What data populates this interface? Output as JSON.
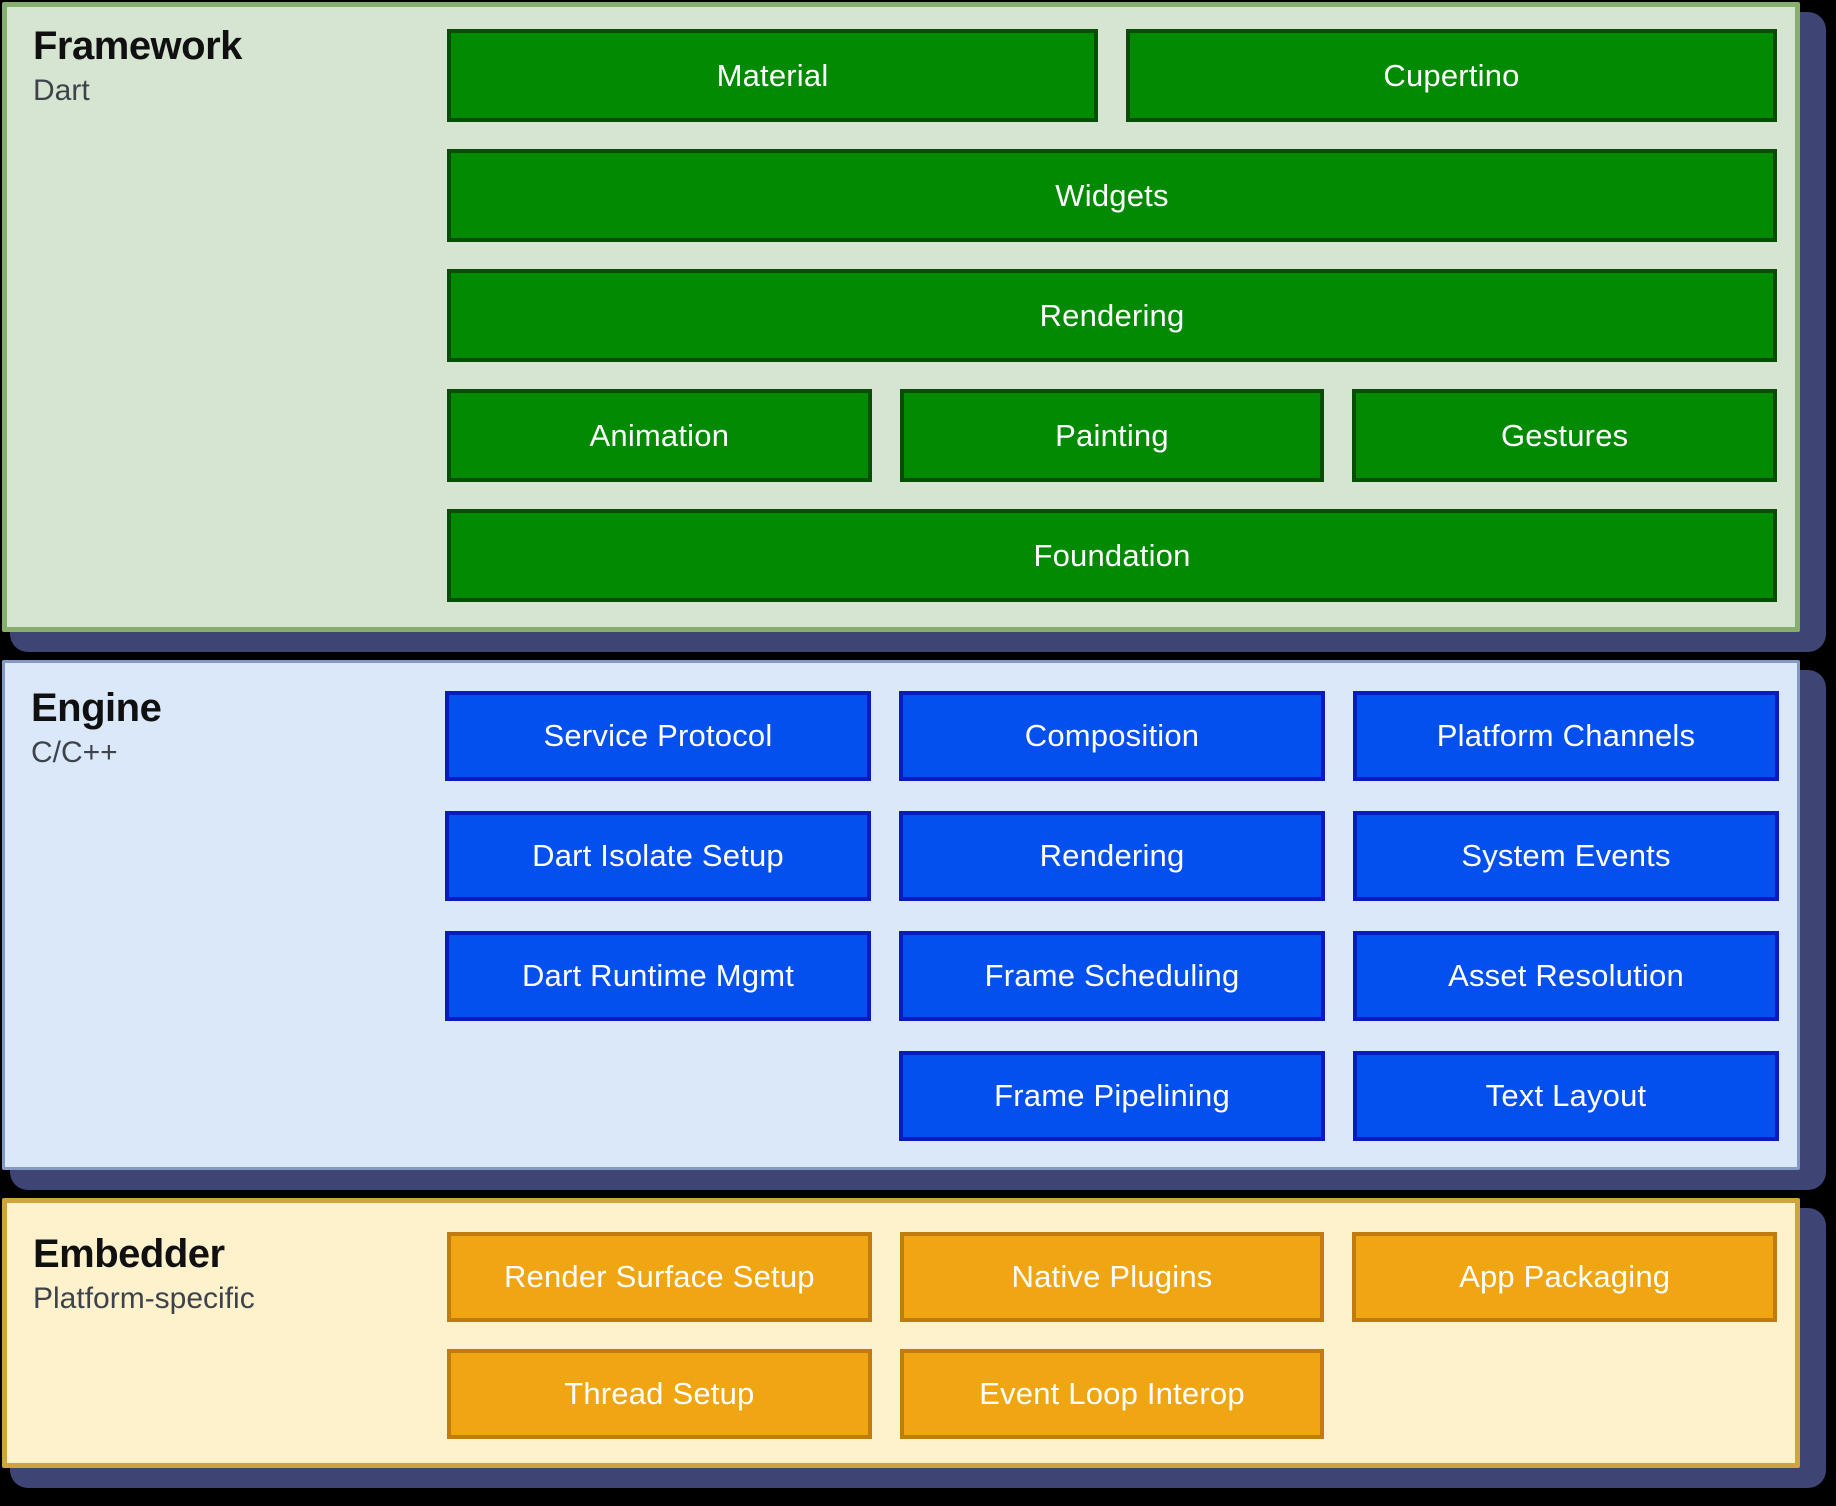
{
  "page_background": "#000000",
  "shadow_color": "#3e4575",
  "layers": [
    {
      "id": "framework",
      "title": "Framework",
      "subtitle": "Dart",
      "colors": {
        "bg": "#d6e5d1",
        "border": "#86ae6c",
        "box_bg": "#028a02",
        "box_border": "#084d05",
        "box_text": "#ffffff"
      },
      "rows": [
        {
          "columns": 2,
          "boxes": [
            {
              "label": "Material"
            },
            {
              "label": "Cupertino"
            }
          ]
        },
        {
          "columns": 1,
          "boxes": [
            {
              "label": "Widgets"
            }
          ]
        },
        {
          "columns": 1,
          "boxes": [
            {
              "label": "Rendering"
            }
          ]
        },
        {
          "columns": 3,
          "boxes": [
            {
              "label": "Animation"
            },
            {
              "label": "Painting"
            },
            {
              "label": "Gestures"
            }
          ]
        },
        {
          "columns": 1,
          "boxes": [
            {
              "label": "Foundation"
            }
          ]
        }
      ]
    },
    {
      "id": "engine",
      "title": "Engine",
      "subtitle": "C/C++",
      "colors": {
        "bg": "#dbe8fa",
        "border": "#8497c5",
        "box_bg": "#0450ee",
        "box_border": "#0a1cc0",
        "box_text": "#ffffff"
      },
      "rows": [
        {
          "columns": 3,
          "boxes": [
            {
              "label": "Service Protocol"
            },
            {
              "label": "Composition"
            },
            {
              "label": "Platform Channels"
            }
          ]
        },
        {
          "columns": 3,
          "boxes": [
            {
              "label": "Dart Isolate Setup"
            },
            {
              "label": "Rendering"
            },
            {
              "label": "System Events"
            }
          ]
        },
        {
          "columns": 3,
          "boxes": [
            {
              "label": "Dart Runtime Mgmt"
            },
            {
              "label": "Frame Scheduling"
            },
            {
              "label": "Asset Resolution"
            }
          ]
        },
        {
          "columns": 3,
          "boxes": [
            {
              "label": "Frame Pipelining",
              "col": 2
            },
            {
              "label": "Text Layout",
              "col": 3
            }
          ]
        }
      ]
    },
    {
      "id": "embedder",
      "title": "Embedder",
      "subtitle": "Platform-specific",
      "colors": {
        "bg": "#fdf2cc",
        "border": "#cda43e",
        "box_bg": "#f0a513",
        "box_border": "#c17c10",
        "box_text": "#ffffff"
      },
      "rows": [
        {
          "columns": 3,
          "boxes": [
            {
              "label": "Render Surface Setup"
            },
            {
              "label": "Native Plugins"
            },
            {
              "label": "App Packaging"
            }
          ]
        },
        {
          "columns": 3,
          "boxes": [
            {
              "label": "Thread Setup",
              "col": 1
            },
            {
              "label": "Event Loop Interop",
              "col": 2
            }
          ]
        }
      ]
    }
  ]
}
